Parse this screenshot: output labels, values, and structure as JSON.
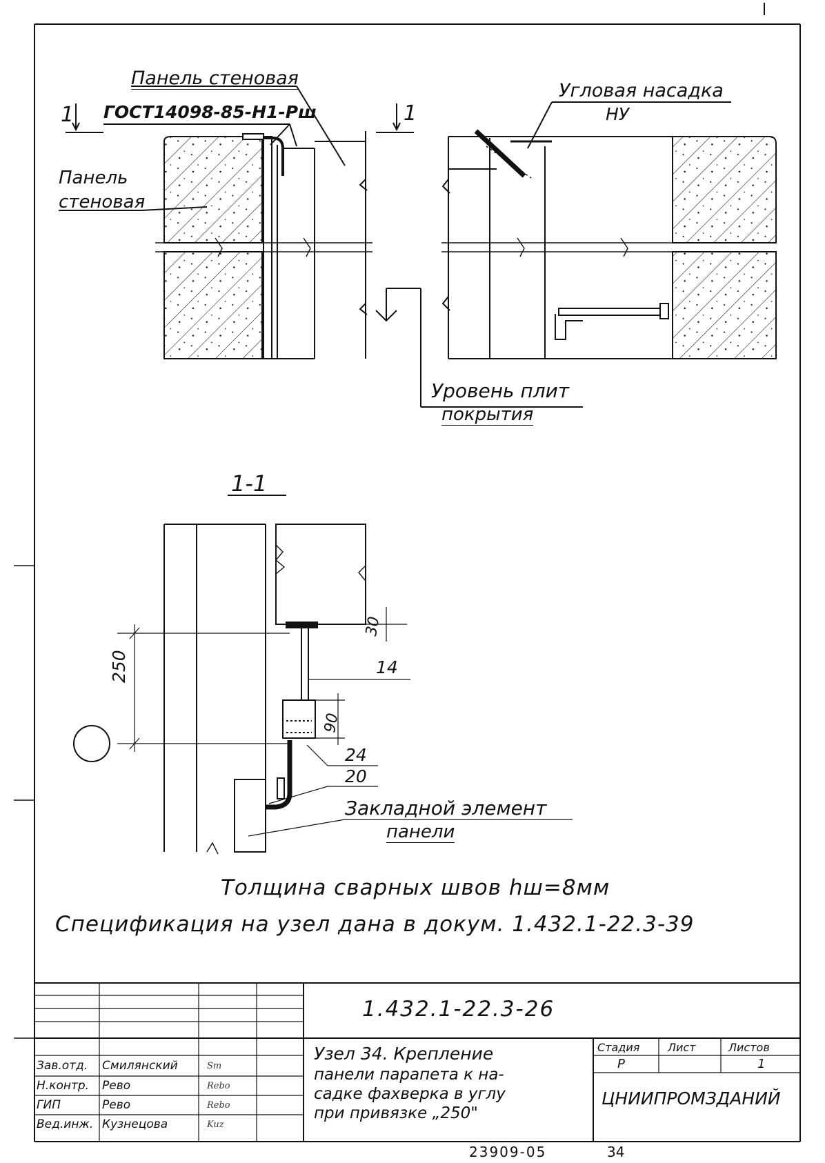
{
  "corner_mark": "─ ‿‿",
  "elevation": {
    "panel_gost_title": "Панель стеновая",
    "panel_gost_code": "ГОСТ14098-85-Н1-Рш",
    "section_mark": "1",
    "panel_label_line1": "Панель",
    "panel_label_line2": "стеновая",
    "corner_cap_line1": "Угловая насадка",
    "corner_cap_line2": "НУ",
    "slab_level_line1": "Уровень плит",
    "slab_level_line2": "покрытия"
  },
  "section": {
    "title": "1-1",
    "dim_250": "250",
    "dim_30": "30",
    "dim_90": "90",
    "pos_14": "14",
    "pos_24": "24",
    "pos_20": "20",
    "embed_line1": "Закладной элемент",
    "embed_line2": "панели"
  },
  "notes": {
    "weld": "Толщина сварных швов  hш=8мм",
    "spec": "Спецификация на узел дана в докум. 1.432.1-22.3-39"
  },
  "title_block": {
    "doc_code": "1.432.1-22.3-26",
    "node_title_line1": "Узел 34. Крепление",
    "node_title_line2": "панели парапета к на-",
    "node_title_line3": "садке фахверка в углу",
    "node_title_line4": "при привязке „250\"",
    "stage_header": "Стадия",
    "sheet_header": "Лист",
    "sheets_header": "Листов",
    "stage_value": "Р",
    "sheet_value": "",
    "sheets_value": "1",
    "organization": "ЦНИИПРОМЗДАНИЙ",
    "signers": [
      {
        "role": "Зав.отд.",
        "name": "Смилянский",
        "signature": "Sm"
      },
      {
        "role": "Н.контр.",
        "name": "Рево",
        "signature": "Rebo"
      },
      {
        "role": "ГИП",
        "name": "Рево",
        "signature": "Rebo"
      },
      {
        "role": "Вед.инж.",
        "name": "Кузнецова",
        "signature": "Kuz"
      }
    ],
    "archive_number": "23909-05",
    "page_number": "34"
  }
}
